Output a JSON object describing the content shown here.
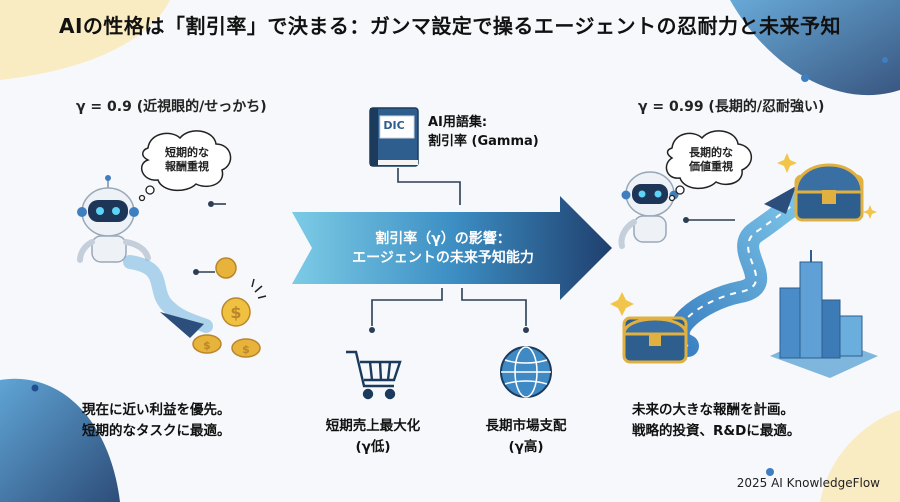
{
  "title": "AIの性格は「割引率」で決まる：ガンマ設定で操るエージェントの忍耐力と未来予知",
  "left": {
    "gamma_label": "γ = 0.9 (近視眼的/せっかち)",
    "bubble": [
      "短期的な",
      "報酬重視"
    ],
    "caption": [
      "現在に近い利益を優先。",
      "短期的なタスクに最適。"
    ]
  },
  "right": {
    "gamma_label": "γ = 0.99 (長期的/忍耐強い)",
    "bubble": [
      "長期的な",
      "価値重視"
    ],
    "caption": [
      "未来の大きな報酬を計画。",
      "戦略的投資、R&Dに最適。"
    ]
  },
  "glossary": {
    "book_label": "DIC",
    "heading": "AI用語集:",
    "term": "割引率 (Gamma)"
  },
  "arrow": [
    "割引率（γ）の影響：",
    "エージェントの未来予知能力"
  ],
  "examples": [
    {
      "line1": "短期売上最大化",
      "line2": "(γ低)",
      "icon": "shopping-cart-icon"
    },
    {
      "line1": "長期市場支配",
      "line2": "(γ高)",
      "icon": "globe-icon"
    }
  ],
  "footer": "2025 AI KnowledgeFlow",
  "colors": {
    "arrow_dark": "#2c4e7c",
    "arrow_light": "#5bb7d9",
    "coin": "#e8b33a",
    "robot": "#e9eef4",
    "robot_visor": "#1d3557",
    "accent_blue": "#2f6fb3",
    "chest": "#2e5e8e",
    "corner_yellow": "#fbe7b0",
    "corner_blue": "#1f4f8f"
  }
}
